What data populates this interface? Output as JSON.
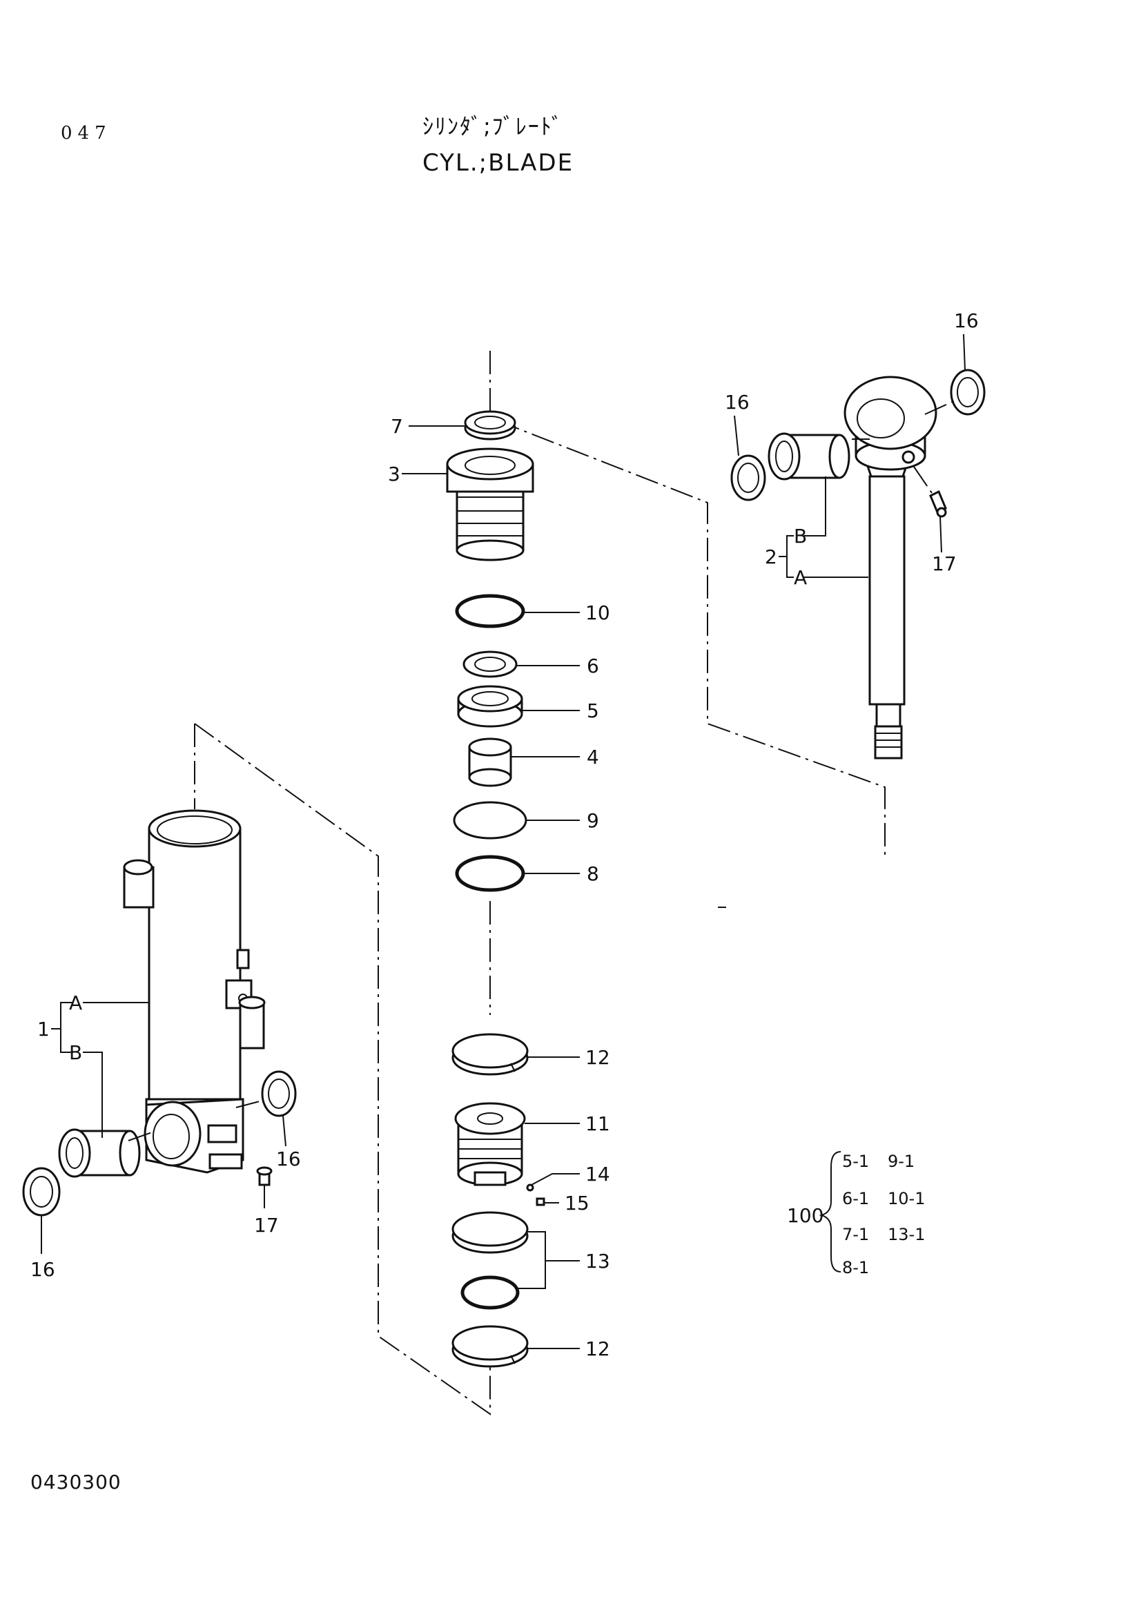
{
  "header": {
    "page_number": "047",
    "title_jp": "ｼﾘﾝﾀﾞ;ﾌﾞﾚｰﾄﾞ",
    "title_en": "CYL.;BLADE"
  },
  "footer": {
    "drawing_number": "0430300"
  },
  "callouts": {
    "p7": "7",
    "p3": "3",
    "p10": "10",
    "p6": "6",
    "p5": "5",
    "p4": "4",
    "p9": "9",
    "p8": "8",
    "p12a": "12",
    "p11": "11",
    "p14": "14",
    "p15": "15",
    "p13": "13",
    "p12b": "12",
    "rod_16a": "16",
    "rod_16b": "16",
    "rod_17": "17",
    "rod_2": "2",
    "rod_B": "B",
    "rod_A": "A",
    "tube_1": "1",
    "tube_A": "A",
    "tube_B": "B",
    "tube_16a": "16",
    "tube_16b": "16",
    "tube_17": "17"
  },
  "kit": {
    "number": "100",
    "items": [
      "5-1",
      "9-1",
      "6-1",
      "10-1",
      "7-1",
      "13-1",
      "8-1"
    ]
  }
}
